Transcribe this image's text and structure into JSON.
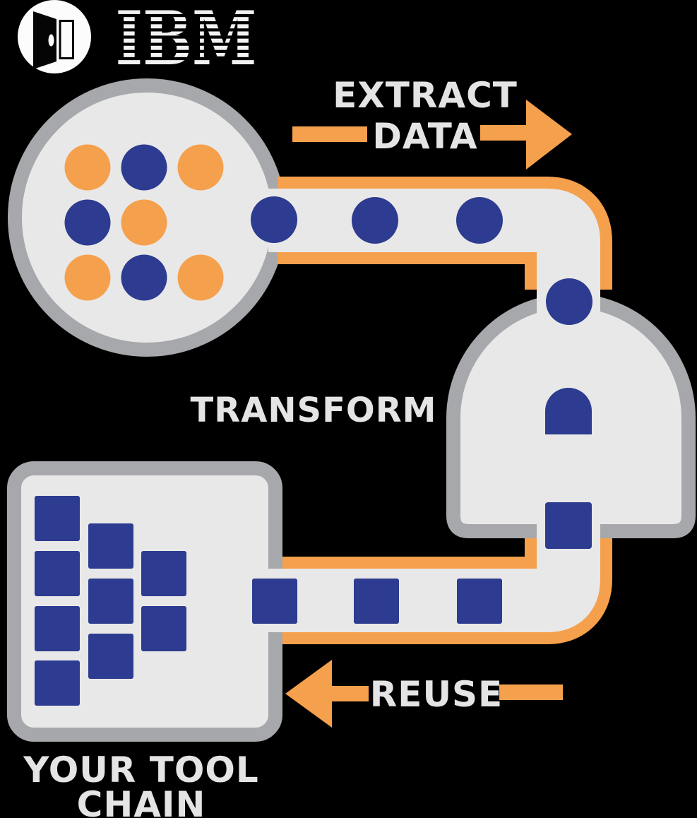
{
  "header": {
    "brand": "IBM",
    "badge_icon": "open-door"
  },
  "labels": {
    "extract_line1": "EXTRACT",
    "extract_line2": "DATA",
    "transform": "TRANSFORM",
    "reuse": "REUSE",
    "toolchain_line1": "YOUR TOOL",
    "toolchain_line2": "CHAIN"
  },
  "colors": {
    "background": "#000000",
    "orange": "#F5A04C",
    "blue": "#2D3B90",
    "container_fill": "#E8E8E8",
    "container_border": "#A6A8AB",
    "label_text": "#E4E4E4",
    "logo": "#F2F2F2",
    "badge_fill": "#FCFCFC",
    "door_icon": "#050505"
  },
  "diagram": {
    "source_grid_rows": [
      [
        "orange",
        "blue",
        "orange"
      ],
      [
        "blue",
        "orange",
        "empty"
      ],
      [
        "orange",
        "blue",
        "orange"
      ]
    ],
    "extract_pipe_dots": [
      "blue",
      "blue",
      "blue"
    ],
    "transform_entry_dot": "blue",
    "transform_stage_middle": "half-transformed",
    "transform_stage_exit": "square",
    "reuse_pipe_squares": [
      "blue",
      "blue",
      "blue"
    ],
    "toolchain_square_columns": [
      4,
      3,
      2
    ],
    "extract_arrow_direction": "right",
    "reuse_arrow_direction": "left",
    "ibm_logo_bars": 8
  }
}
